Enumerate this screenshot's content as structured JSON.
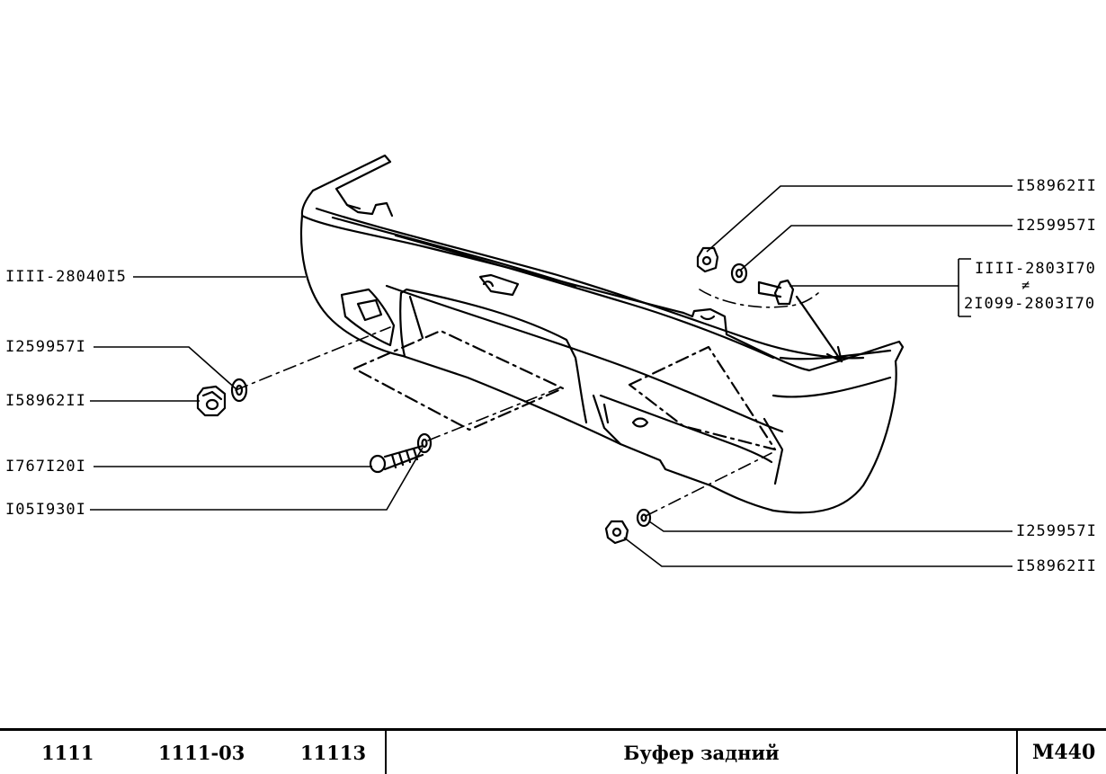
{
  "labels": {
    "bumper": "IIII-28040I5",
    "washer_left": "I259957I",
    "nut_left": "I58962II",
    "screw": "I767I20I",
    "washer_screw": "I05I930I",
    "nut_top_right": "I58962II",
    "washer_top_right": "I259957I",
    "bolt_variant_1": "IIII-2803I70",
    "bolt_variant_2": "2I099-2803I70",
    "washer_bottom_right": "I259957I",
    "nut_bottom_right": "I58962II"
  },
  "footer": {
    "models": [
      "1111",
      "1111-03",
      "11113"
    ],
    "title": "Буфер задний",
    "code": "M440"
  }
}
